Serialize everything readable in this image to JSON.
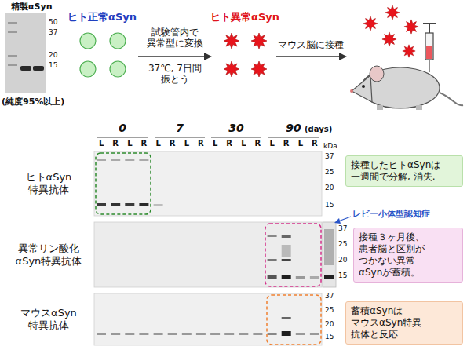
{
  "diagram": {
    "nodes": [
      {
        "text": [
          "接種したヒトαSynは 一週間で分解, 消失."
        ]
      },
      {
        "text": [
          "接種３ヶ月後、 患者脳と区別が つかない異常 αSynが蓄積。"
        ]
      },
      {
        "text": [
          "蓄積αSynは マウスαSyn特異 抗体と反応"
        ]
      }
    ],
    "edges": [],
    "labels": [
      "精製αSyn",
      "50",
      "37",
      "20",
      "15",
      "(純度95%以上)",
      "ヒト正常αSyn",
      "試験管内で 異常型に変換",
      "37℃, 7日間 振とう",
      "ヒト異常αSyn",
      "マウス脳に接種",
      "0",
      "7",
      "30",
      "90",
      "(days)",
      "L",
      "R",
      "L",
      "R",
      "L",
      "R",
      "L",
      "R",
      "L",
      "R",
      "L",
      "R",
      "L",
      "R",
      "L",
      "R",
      "kDa",
      "37",
      "25",
      "20",
      "15",
      "ヒトαSyn 特異抗体",
      "37",
      "25",
      "20",
      "15",
      "異常リン酸化 αSyn特異抗体",
      "レビー小体型認知症",
      "37",
      "25",
      "20",
      "15",
      "マウスαSyn 特異抗体"
    ]
  }
}
